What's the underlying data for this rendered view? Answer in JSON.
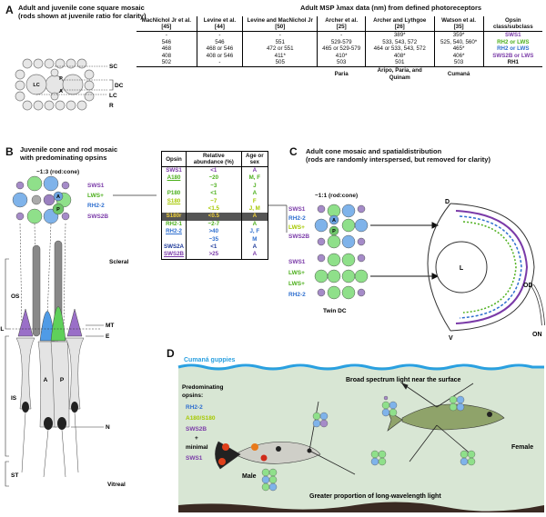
{
  "panelA": {
    "letter": "A",
    "title_line1": "Adult and juvenile cone square mosaic",
    "title_line2": "(rods shown at juvenile ratio for clarity)",
    "table_title": "Adult MSP λmax data (nm) from defined photoreceptors",
    "headers": [
      "MacNichol Jr et al. [45]",
      "Levine et al. [44]",
      "Levine and MacNichol Jr [50]",
      "Archer et al. [25]",
      "Archer and Lythgoe [26]",
      "Watson et al. [35]",
      "Opsin class/subclass"
    ],
    "row_labels": [
      "SC",
      "DC",
      "LC",
      "R"
    ],
    "rows": [
      [
        "-",
        "-",
        "-",
        "-",
        "389*",
        "359*",
        "SWS1"
      ],
      [
        "546",
        "546",
        "551",
        "529-579",
        "533, 543, 572",
        "525, 540, 560*",
        "RH2 or LWS"
      ],
      [
        "468",
        "468 or 546",
        "472 or 551",
        "465 or 529-579",
        "464 or 533, 543, 572",
        "465*",
        "RH2 or LWS"
      ],
      [
        "408",
        "408 or 546",
        "411*",
        "410*",
        "408*",
        "406*",
        "SWS2B or LWS"
      ],
      [
        "502",
        "-",
        "505",
        "503",
        "501",
        "503",
        "RH1"
      ]
    ],
    "footer": [
      "",
      "",
      "",
      "Paria",
      "Aripo, Paria, and Quinam",
      "Cumaná",
      ""
    ],
    "mosaic_labels": [
      "LC",
      "P",
      "A"
    ]
  },
  "panelB": {
    "letter": "B",
    "title_line1": "Juvenile cone and rod mosaic",
    "title_line2": "with predominating opsins",
    "ratio": "~1:3 (rod:cone)",
    "opsin_labels": [
      "SWS1",
      "LWS+",
      "RH2-2",
      "SWS2B"
    ],
    "mosaic_letters": [
      "P",
      "A"
    ],
    "layers": [
      "OS",
      "PL",
      "IS",
      "ST"
    ],
    "side_labels": [
      "Scleral",
      "MT",
      "E",
      "N",
      "Vitreal"
    ],
    "cell_letters": [
      "A",
      "P"
    ]
  },
  "opsinTable": {
    "headers": [
      "Opsin",
      "Relative abundance (%)",
      "Age or sex"
    ],
    "rows": [
      {
        "opsin": "SWS1",
        "abund": "<1",
        "age": "A"
      },
      {
        "opsin": "A180",
        "abund": "~20",
        "age": "M, F"
      },
      {
        "opsin": "",
        "abund": "~3",
        "age": "J"
      },
      {
        "opsin": "P180",
        "abund": "<1",
        "age": "A"
      },
      {
        "opsin": "S180",
        "abund": "~7",
        "age": "F"
      },
      {
        "opsin": "",
        "abund": "<1.5",
        "age": "J, M"
      },
      {
        "opsin": "S180r",
        "abund": "<0.5",
        "age": "A"
      },
      {
        "opsin": "RH2-1",
        "abund": "~2-7",
        "age": "A"
      },
      {
        "opsin": "RH2-2",
        "abund": ">40",
        "age": "J, F"
      },
      {
        "opsin": "",
        "abund": "~35",
        "age": "M"
      },
      {
        "opsin": "SWS2A",
        "abund": "<1",
        "age": "A"
      },
      {
        "opsin": "SWS2B",
        "abund": ">25",
        "age": "A"
      }
    ]
  },
  "panelC": {
    "letter": "C",
    "title_line1": "Adult cone mosaic and spatialdistribution",
    "title_line2": "(rods are randomly interspersed, but removed for clarity)",
    "ratio": "~1:1 (rod:cone)",
    "labels_top": [
      "SWS1",
      "RH2-2",
      "LWS+",
      "SWS2B"
    ],
    "labels_bottom": [
      "SWS1",
      "LWS+",
      "LWS+",
      "RH2-2"
    ],
    "mosaic_letters": [
      "A",
      "P"
    ],
    "twin": "Twin DC",
    "eye_labels": [
      "D",
      "L",
      "OD",
      "ON",
      "V"
    ]
  },
  "panelD": {
    "letter": "D",
    "location": "Cumaná guppies",
    "top_light": "Broad spectrum light near the surface",
    "bottom_light": "Greater proportion of long-wavelength light",
    "predom_title_1": "Predominating",
    "predom_title_2": "opsins:",
    "predom": [
      "RH2-2",
      "A180/S180",
      "SWS2B",
      "+",
      "minimal",
      "SWS1"
    ],
    "male": "Male",
    "female": "Female"
  },
  "colors": {
    "purple": "#7a3aa8",
    "green": "#4caf1c",
    "blue": "#2f6fcf",
    "lime": "#a6c800",
    "water": "#d8e6d4",
    "surface": "#2aa0e0"
  }
}
